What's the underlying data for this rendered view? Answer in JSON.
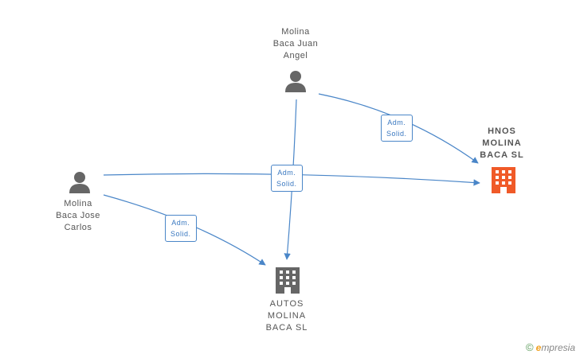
{
  "nodes": {
    "juan_angel": {
      "lines": [
        "Molina",
        "Baca Juan",
        "Angel"
      ],
      "icon": "person-icon"
    },
    "jose_carlos": {
      "lines": [
        "Molina",
        "Baca Jose",
        "Carlos"
      ],
      "icon": "person-icon"
    },
    "hnos": {
      "lines": [
        "HNOS",
        "MOLINA",
        "BACA SL"
      ],
      "icon": "building-icon",
      "color": "#f05a28"
    },
    "autos": {
      "lines": [
        "AUTOS",
        "MOLINA",
        "BACA SL"
      ],
      "icon": "building-icon",
      "color": "#666666"
    }
  },
  "edges": [
    {
      "lines": [
        "Adm.",
        "Solid."
      ]
    },
    {
      "lines": [
        "Adm.",
        "Solid."
      ]
    },
    {
      "lines": [
        "Adm.",
        "Solid."
      ]
    }
  ],
  "colors": {
    "edge": "#4a86c8",
    "person": "#666666"
  },
  "watermark": {
    "symbol": "©",
    "brand_initial": "e",
    "brand_rest": "mpresia"
  }
}
